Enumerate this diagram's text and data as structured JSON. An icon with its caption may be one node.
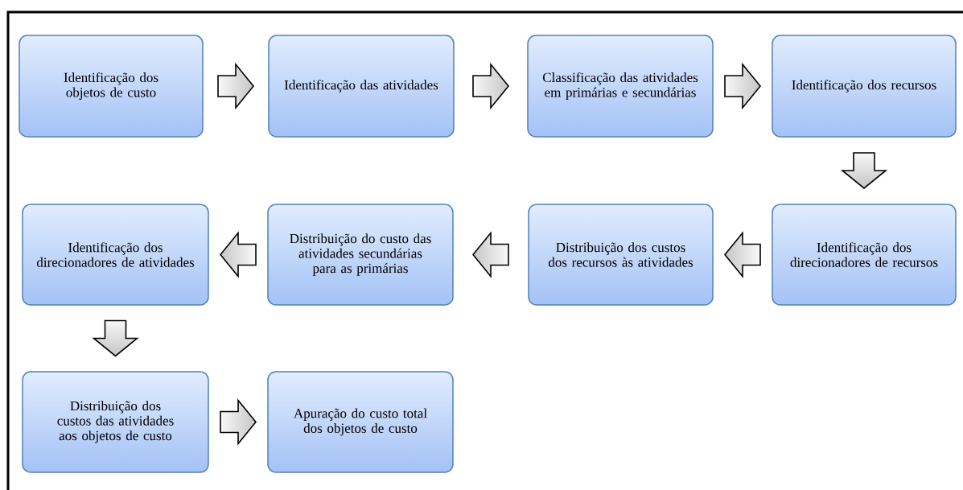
{
  "diagram": {
    "nodes": [
      {
        "text": [
          "Identificação dos objetos de custo"
        ]
      },
      {
        "text": [
          "Identificação das atividades"
        ]
      },
      {
        "text": [
          "Classificação das atividades em primárias e secundárias"
        ]
      },
      {
        "text": [
          "Identificação dos recursos"
        ]
      },
      {
        "text": [
          "Identificação dos direcionadores de recursos"
        ]
      },
      {
        "text": [
          "Distribuição dos custos dos recursos às atividades"
        ]
      },
      {
        "text": [
          "Distribuição do custo das atividades secundárias para as primárias"
        ]
      },
      {
        "text": [
          "Identificação dos direcionadores de atividades"
        ]
      },
      {
        "text": [
          "Distribuição dos custos das atividades aos objetos de custo"
        ]
      },
      {
        "text": [
          "Apuração do custo total dos objetos de custo"
        ]
      }
    ],
    "edges": [
      {
        "from": 0,
        "to": 1,
        "arrow": "to"
      },
      {
        "from": 1,
        "to": 2,
        "arrow": "to"
      },
      {
        "from": 2,
        "to": 3,
        "arrow": "to"
      },
      {
        "from": 3,
        "to": 4,
        "arrow": "to"
      },
      {
        "from": 4,
        "to": 5,
        "arrow": "to"
      },
      {
        "from": 5,
        "to": 6,
        "arrow": "to"
      },
      {
        "from": 6,
        "to": 7,
        "arrow": "to"
      },
      {
        "from": 7,
        "to": 8,
        "arrow": "to"
      },
      {
        "from": 8,
        "to": 9,
        "arrow": "to"
      }
    ]
  }
}
